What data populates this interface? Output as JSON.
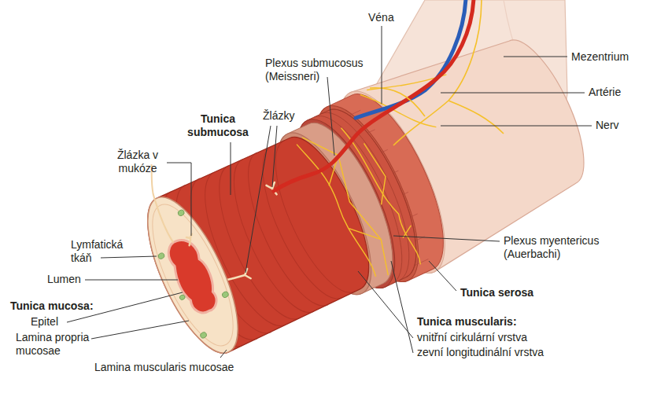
{
  "diagram": {
    "labels": [
      "Véna",
      "Plexus submucosus (Meissneri)",
      "Mezentrium",
      "Artérie",
      "Nerv",
      "Tunica submucosa",
      "Žlázky",
      "Žlázka v mukóze",
      "Lymfatická tkáň",
      "Lumen",
      "Tunica mucosa:",
      "Epitel",
      "Lamina propria mucosae",
      "Lamina muscularis mucosae",
      "Plexus myentericus (Auerbachi)",
      "Tunica serosa",
      "Tunica muscularis:",
      "vnitřní cirkulární vrstva",
      "zevní longitudinální vrstva"
    ]
  }
}
